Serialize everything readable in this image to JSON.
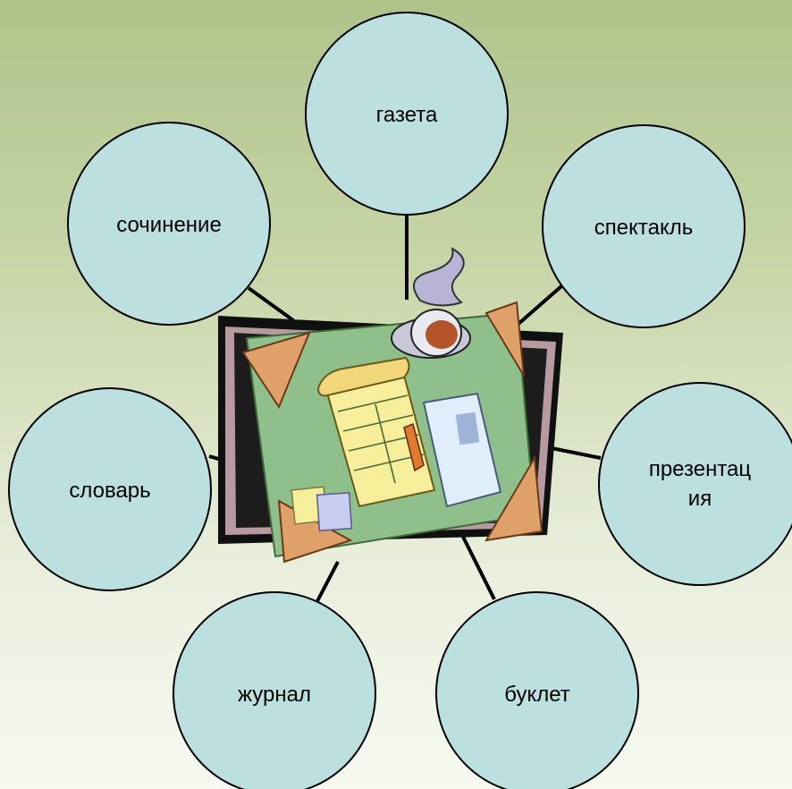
{
  "center": {
    "clipart_icon": "desk-with-notepad-coffee-cup-icon"
  },
  "nodes": [
    {
      "id": "gazeta",
      "label": "газета"
    },
    {
      "id": "spektakl",
      "label": "спектакль"
    },
    {
      "id": "prezentatsiya",
      "label_line1": "презентац",
      "label_line2": "ия"
    },
    {
      "id": "buklet",
      "label": "буклет"
    },
    {
      "id": "zhurnal",
      "label": "журнал"
    },
    {
      "id": "slovar",
      "label": "словарь"
    },
    {
      "id": "sochinenie",
      "label": "сочинение"
    }
  ],
  "colors": {
    "circle_fill": "#bcdfdf",
    "desk_green": "#8fbf8a",
    "frame_dark": "#111111",
    "corner_orange": "#e0a06a",
    "notepad_yellow": "#f6ee9a",
    "card_blue": "#dfeefa",
    "cup_brown": "#b5532a"
  }
}
